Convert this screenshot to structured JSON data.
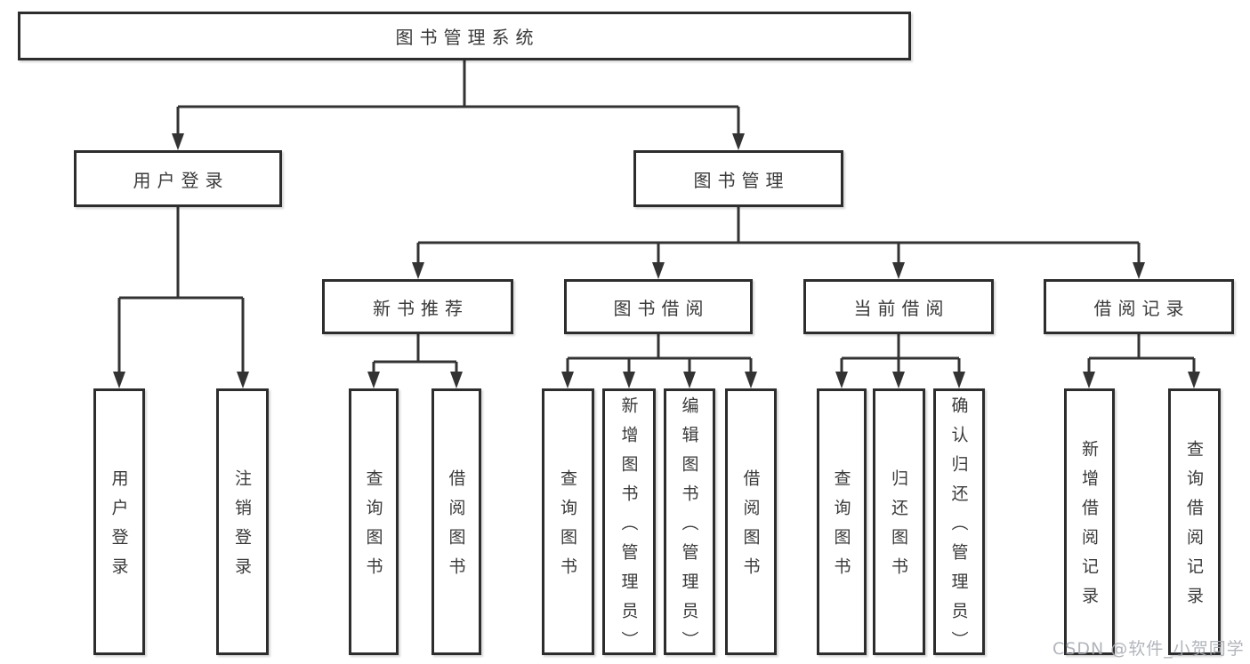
{
  "tree": {
    "label": "图书管理系统",
    "children": [
      {
        "label": "用户登录",
        "children": [
          {
            "label": "用户登录"
          },
          {
            "label": "注销登录"
          }
        ]
      },
      {
        "label": "图书管理",
        "children": [
          {
            "label": "新书推荐",
            "children": [
              {
                "label": "查询图书"
              },
              {
                "label": "借阅图书"
              }
            ]
          },
          {
            "label": "图书借阅",
            "children": [
              {
                "label": "查询图书"
              },
              {
                "label": "新增图书（管理员）"
              },
              {
                "label": "编辑图书（管理员）"
              },
              {
                "label": "借阅图书"
              }
            ]
          },
          {
            "label": "当前借阅",
            "children": [
              {
                "label": "查询图书"
              },
              {
                "label": "归还图书"
              },
              {
                "label": "确认归还（管理员）"
              }
            ]
          },
          {
            "label": "借阅记录",
            "children": [
              {
                "label": "新增借阅记录"
              },
              {
                "label": "查询借阅记录"
              }
            ]
          }
        ]
      }
    ]
  },
  "watermark": {
    "text": "CSDN @软件_小贺同学"
  },
  "colors": {
    "line": "#333333",
    "box_border": "#2d2d2d",
    "text": "#3a3a3a",
    "watermark": "#a8adb4",
    "background": "#ffffff"
  }
}
